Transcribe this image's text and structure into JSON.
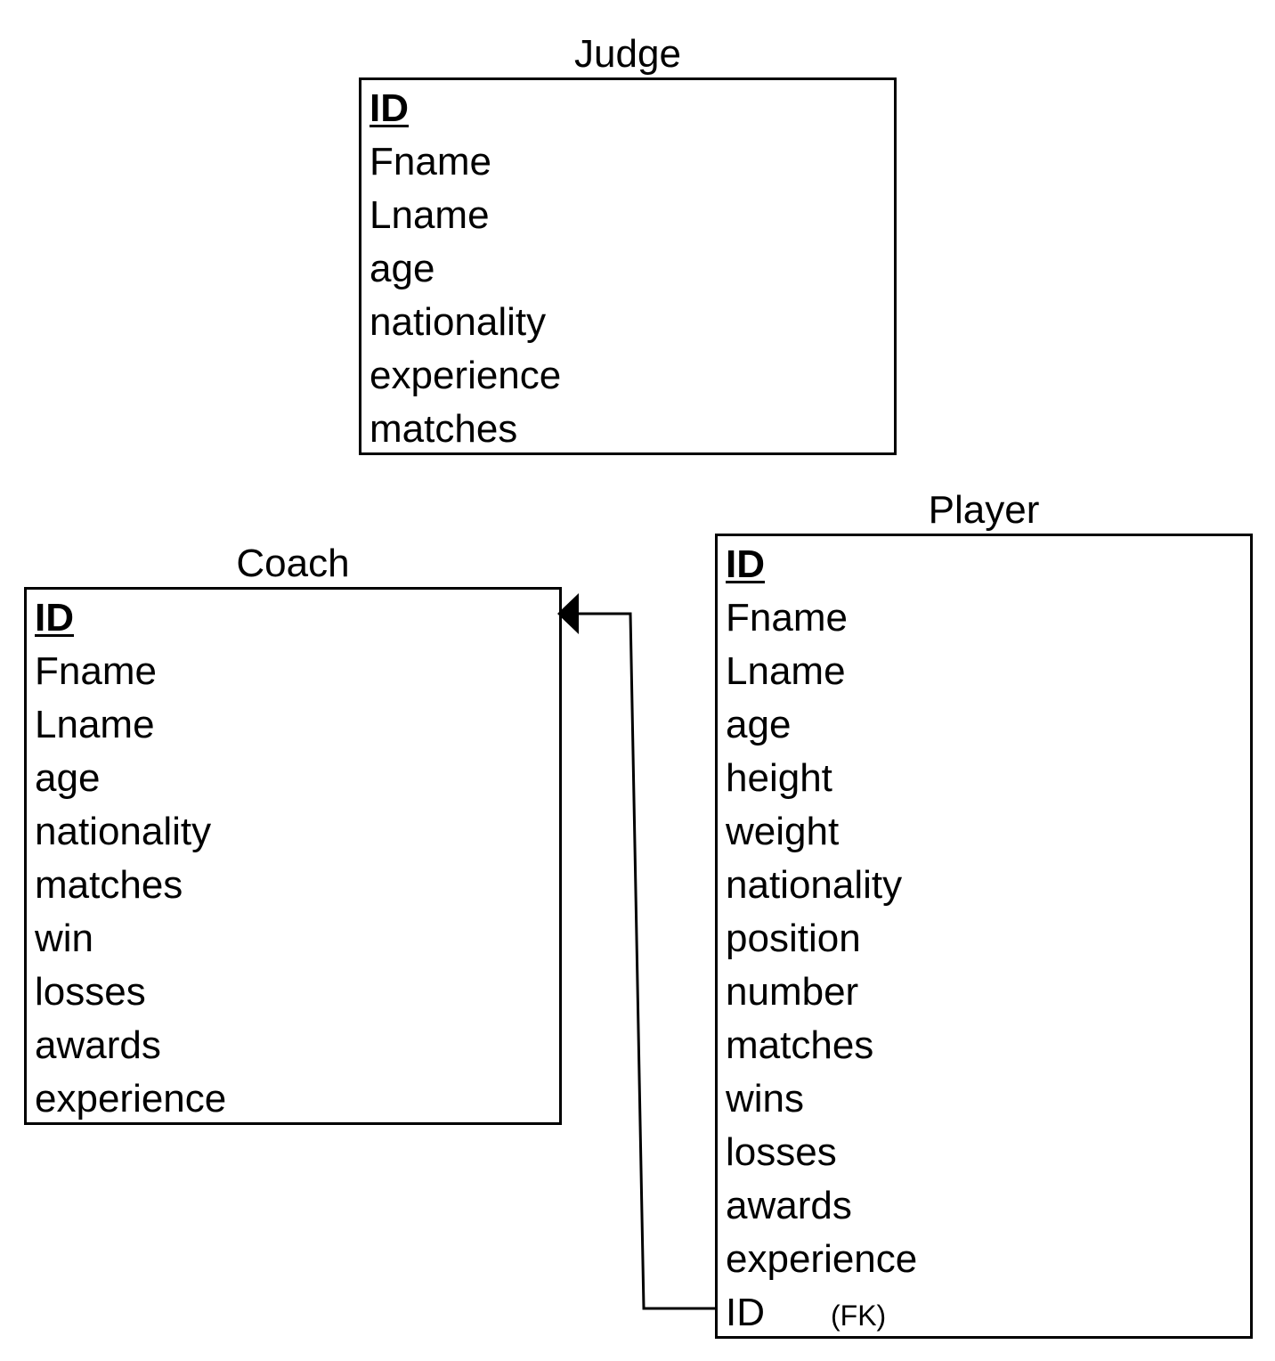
{
  "entities": {
    "judge": {
      "title": "Judge",
      "pk": "ID",
      "attributes": [
        "Fname",
        "Lname",
        "age",
        "nationality",
        "experience",
        "matches"
      ]
    },
    "coach": {
      "title": "Coach",
      "pk": "ID",
      "attributes": [
        "Fname",
        "Lname",
        "age",
        "nationality",
        "matches",
        "win",
        "losses",
        "awards",
        "experience"
      ]
    },
    "player": {
      "title": "Player",
      "pk": "ID",
      "attributes": [
        "Fname",
        "Lname",
        "age",
        "height",
        "weight",
        "nationality",
        "position",
        "number",
        "matches",
        "wins",
        "losses",
        "awards",
        "experience"
      ],
      "fk": {
        "name": "ID",
        "tag": "(FK)"
      }
    }
  },
  "relationship": {
    "from": "player.fk",
    "to": "coach.pk",
    "arrow": "filled-triangle",
    "color": "#000000"
  }
}
